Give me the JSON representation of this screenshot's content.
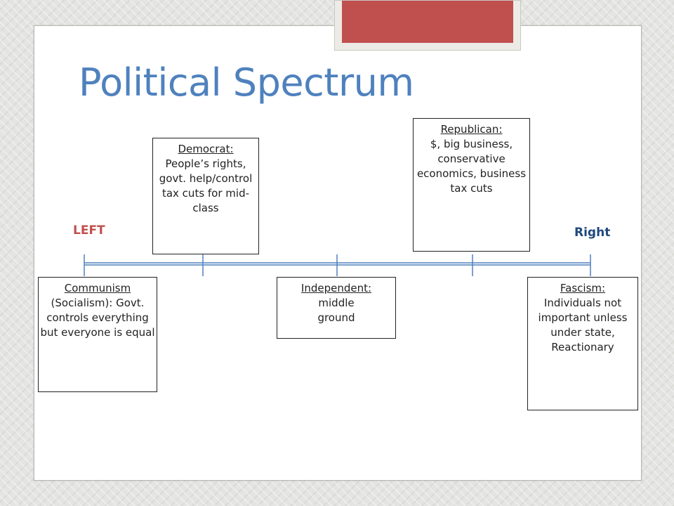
{
  "slide": {
    "title": "Political Spectrum",
    "left_label": "LEFT",
    "right_label": "Right"
  },
  "boxes": {
    "democrat": {
      "head": "Democrat:",
      "body": "People’s rights, govt. help/control tax cuts for mid-class"
    },
    "republican": {
      "head": "Republican:",
      "body": "$, big business, conservative economics, business tax cuts"
    },
    "communism": {
      "head": "Communism",
      "body": "(Socialism): Govt. controls everything but everyone is equal"
    },
    "independent": {
      "head": "Independent:",
      "body": "middle ground"
    },
    "fascism": {
      "head": "Fascism:",
      "body": "Individuals not important unless under state, Reactionary"
    }
  },
  "colors": {
    "title": "#4f81bd",
    "left_label": "#c0504d",
    "right_label": "#1f497d",
    "axis": "#4f81bd",
    "accent_tab": "#c0504d"
  }
}
